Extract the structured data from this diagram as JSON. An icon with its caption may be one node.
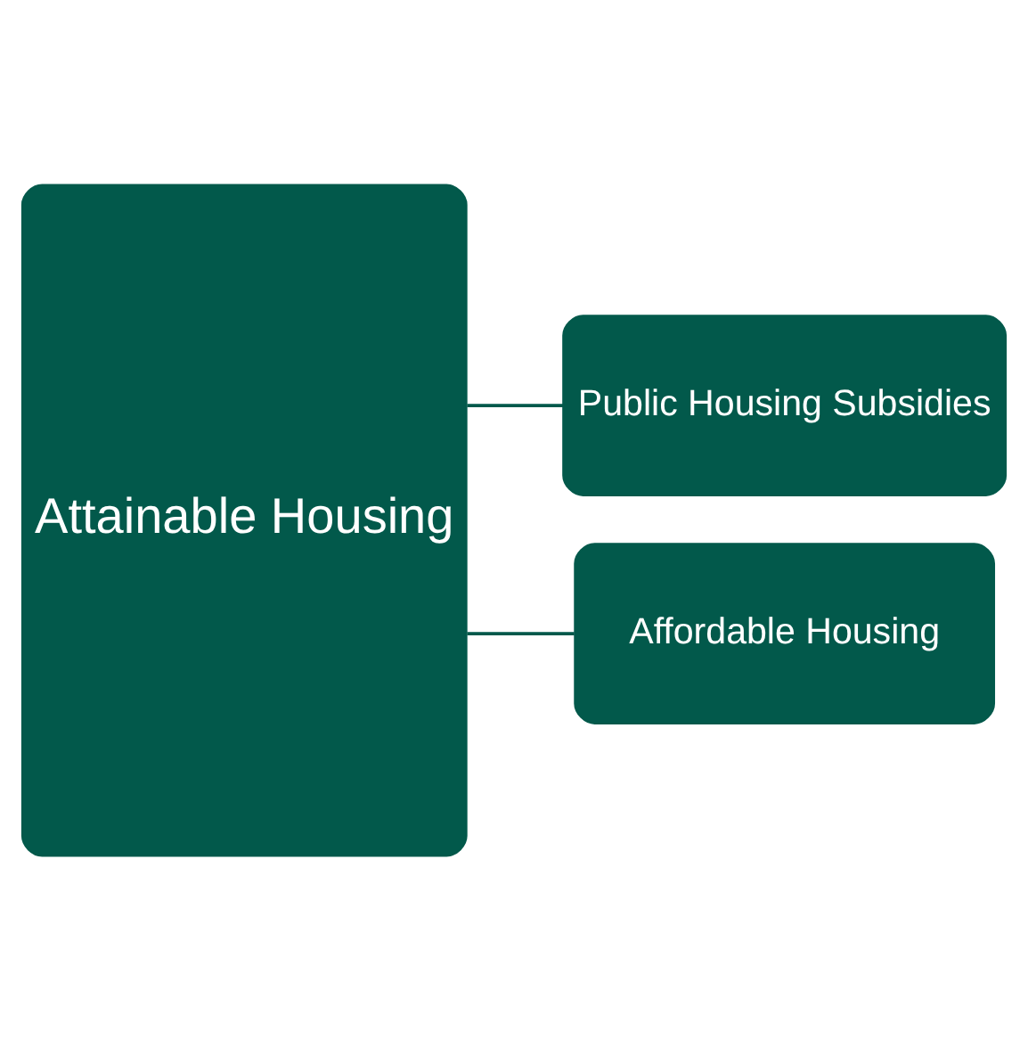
{
  "diagram": {
    "nodes": [
      {
        "text": [
          "Attainable Housing"
        ]
      },
      {
        "text": [
          "Public Housing Subsidies"
        ]
      },
      {
        "text": [
          "Affordable Housing"
        ]
      }
    ],
    "edges": [
      {
        "from": 0,
        "to": 1,
        "arrow": "none"
      },
      {
        "from": 0,
        "to": 2,
        "arrow": "none"
      }
    ]
  }
}
